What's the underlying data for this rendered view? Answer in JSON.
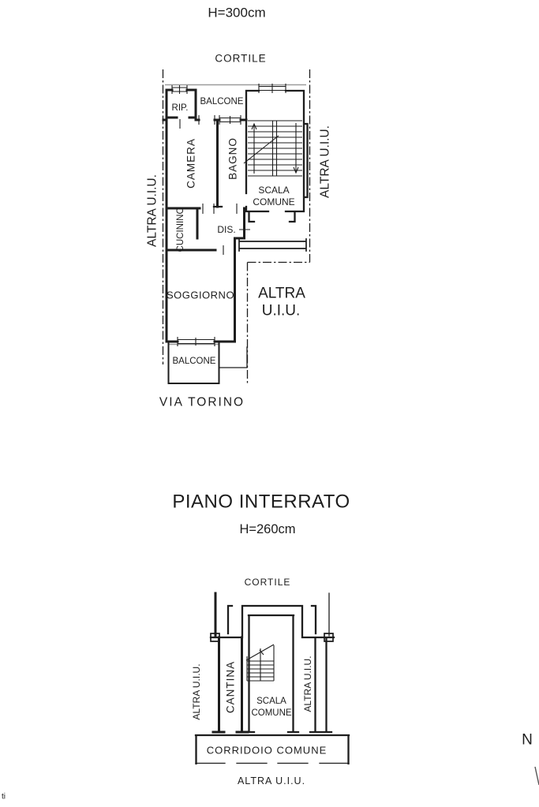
{
  "page": {
    "background": "#ffffff",
    "line_color": "#1d1d1d",
    "gray_line_color": "#9c9c9c"
  },
  "upper_plan": {
    "height_label": "H=300cm",
    "cortile_label": "CORTILE",
    "street_label": "VIA TORINO",
    "left_boundary_label": "ALTRA U.I.U.",
    "right_boundary_label": "ALTRA U.I.U.",
    "adjacent_unit_line1": "ALTRA",
    "adjacent_unit_line2": "U.I.U.",
    "rooms": {
      "rip": "RIP.",
      "balcone_top": "BALCONE",
      "camera": "CAMERA",
      "bagno": "BAGNO",
      "scala_line1": "SCALA",
      "scala_line2": "COMUNE",
      "dis": "DIS.",
      "cucinino": "CUCININO",
      "soggiorno": "SOGGIORNO",
      "balcone_bottom": "BALCONE"
    }
  },
  "lower_plan": {
    "title": "PIANO INTERRATO",
    "height_label": "H=260cm",
    "cortile_label": "CORTILE",
    "left_boundary_label": "ALTRA U.I.U.",
    "right_boundary_label": "ALTRA U.I.U.",
    "rooms": {
      "cantina": "CANTINA",
      "scala_line1": "SCALA",
      "scala_line2": "COMUNE"
    },
    "corridoio_label": "CORRIDOIO COMUNE",
    "bottom_label": "ALTRA U.I.U."
  },
  "compass": {
    "north_label": "N"
  },
  "footer": {
    "artifact_text": "ti"
  }
}
